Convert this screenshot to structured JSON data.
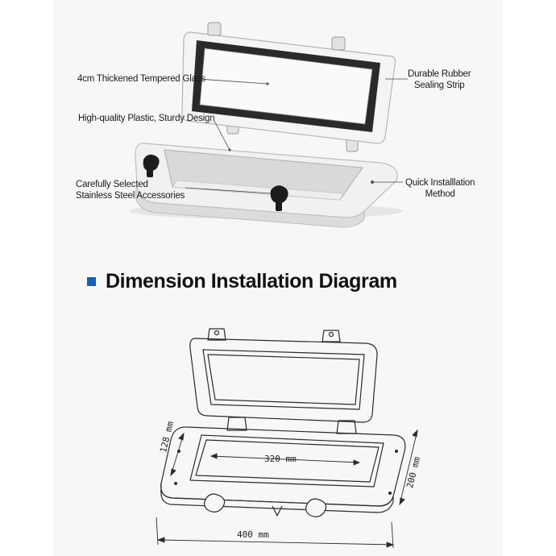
{
  "callouts": {
    "glass": "4cm Thickened Tempered Glass",
    "rubber_line1": "Durable Rubber",
    "rubber_line2": "Sealing Strip",
    "plastic": "High-quality Plastic, Sturdy Design",
    "steel_line1": "Carefully Selected",
    "steel_line2": "Stainless Steel Accessories",
    "install_line1": "Quick Installlation",
    "install_line2": "Method"
  },
  "section": {
    "title": "Dimension Installation Diagram"
  },
  "dimensions": {
    "inner_width": "320 mm",
    "outer_width": "400 mm",
    "inner_height": "128 mm",
    "outer_height": "200 mm"
  },
  "colors": {
    "accent": "#1a5fb4",
    "gasket": "#2a2a2a",
    "frame": "#ececec"
  }
}
